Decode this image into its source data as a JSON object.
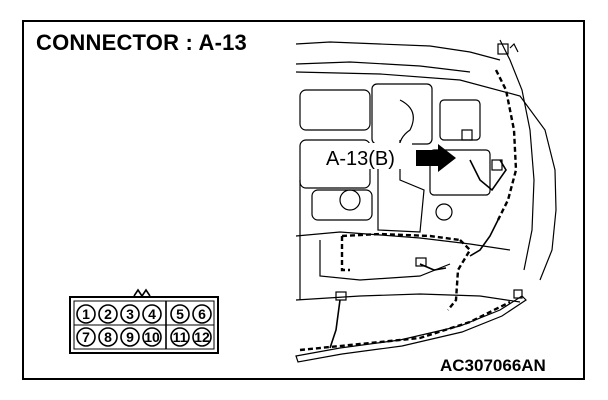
{
  "title": "CONNECTOR : A-13",
  "callout_label": "A-13(B)",
  "figure_code": "AC307066AN",
  "connector": {
    "pins_top": [
      "1",
      "2",
      "3",
      "4",
      "5",
      "6"
    ],
    "pins_bottom": [
      "7",
      "8",
      "9",
      "10",
      "11",
      "12"
    ]
  }
}
